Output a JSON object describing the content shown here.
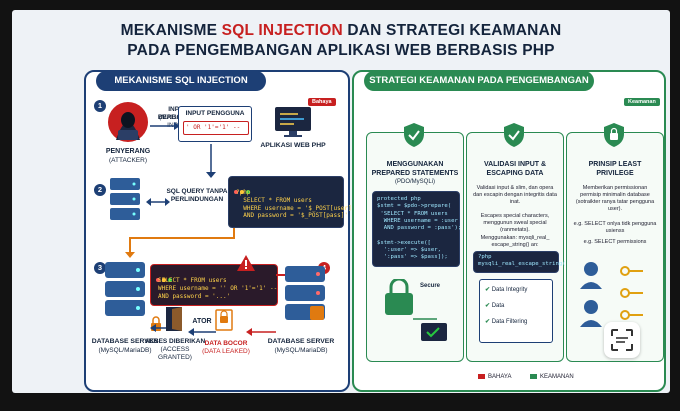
{
  "title": {
    "line1_before": "MEKANISME ",
    "line1_highlight": "SQL INJECTION",
    "line1_after": " DAN STRATEGI KEAMANAN",
    "line2": "PADA PENGEMBANGAN APLIKASI WEB BERBASIS PHP"
  },
  "left": {
    "header": "MEKANISME SQL INJECTION",
    "tag": "Bahaya",
    "steps": [
      "1",
      "2",
      "3",
      "4"
    ],
    "attacker_label": "PENYERANG",
    "attacker_sub": "(ATTACKER)",
    "malicious_input_label": "INPUT BERBAHAYA",
    "malicious_input_sub": "(MALICIOUS INPUT)",
    "user_input_label": "INPUT PENGGUNA",
    "user_input_value": "' OR '1'='1' --",
    "app_label": "APLIKASI WEB PHP",
    "query_label": "SQL QUERY TANPA",
    "query_label2": "PERLINDUNGAN",
    "code1": "?php\n  SELECT * FROM users\n  WHERE username = '$_POST[user]'\n  AND password = '$_POST[pass]'",
    "code2": "SELECT * FROM users\nWHERE username = '' OR '1'='1' --\nAND password = '...'",
    "db_left_label": "DATABASE SERVER",
    "db_left_sub": "(MySQL/MariaDB)",
    "db_right_label": "DATABASE SERVER",
    "db_right_sub": "(MySQL/MariaDB)",
    "access_label": "AKSES DIBERIKAN",
    "access_sub": "(ACCESS GRANTED)",
    "actor_label": "ATOR",
    "leak_label": "DATA BOCOR",
    "leak_sub": "(DATA LEAKED)"
  },
  "right": {
    "header": "STRATEGI KEAMANAN PADA PENGEMBANGAN PHP",
    "tag": "Keamanan",
    "col1": {
      "title1": "MENGGUNAKAN",
      "title2": "PREPARED STATEMENTS",
      "title3": "(PDO/MySQLi)",
      "code": "protected php\n$stmt = $pdo->prepare(\n 'SELECT * FROM users\n  WHERE username = :user\n  AND password = :pass');\n\n$stmt->execute([\n  ':user' => $user,\n  ':pass' => $pass]);",
      "secure_label": "Secure"
    },
    "col2": {
      "title1": "VALIDASI INPUT &",
      "title2": "ESCAPING DATA",
      "text1": "Validasi input & slim, dan opera dan escapin dengan integritis data inat.",
      "text2": "Escapes special characters, menggunun sweal special (ranmetats).",
      "text3": "Menggunakan: mysqli_real_ escape_string() an:",
      "code": "?php\nmysqli_real_escape_string()",
      "checks": [
        "Data Integrity",
        "Data",
        "Data Filtering"
      ]
    },
    "col3": {
      "title1": "PRINSIP LEAST",
      "title2": "PRIVILEGE",
      "text1": "Memberikan permissionan permisip minimalin database (sotraikter ranya tatar pengguna user).",
      "text2": "e.g. SELECT onlya tidk pengguna usienss",
      "text3": "e.g. SELECT permissions"
    },
    "legend": {
      "danger": "BAHAYA",
      "safe": "KEAMANAN",
      "danger_color": "#c72020",
      "safe_color": "#2a8a52"
    }
  }
}
